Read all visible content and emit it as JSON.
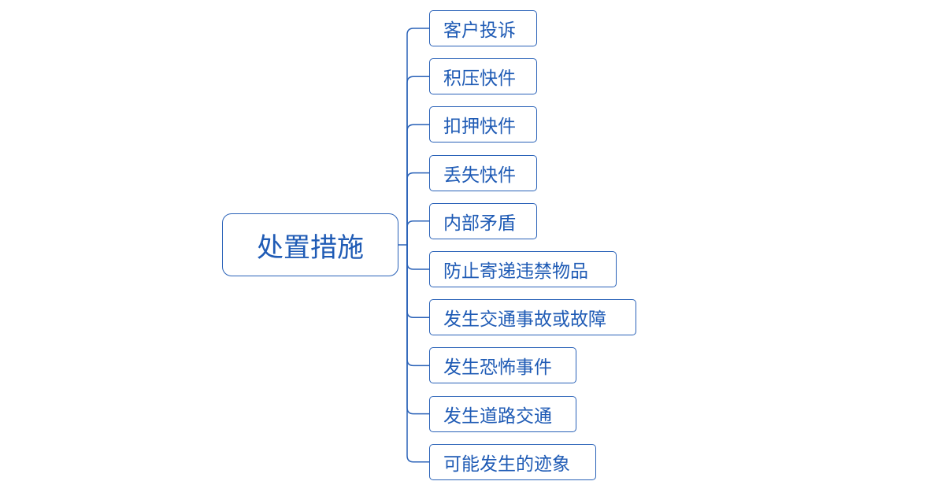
{
  "mindmap": {
    "root": {
      "label": "处置措施"
    },
    "children": [
      {
        "label": "客户投诉"
      },
      {
        "label": "积压快件"
      },
      {
        "label": "扣押快件"
      },
      {
        "label": "丢失快件"
      },
      {
        "label": "内部矛盾"
      },
      {
        "label": "防止寄递违禁物品"
      },
      {
        "label": "发生交通事故或故障"
      },
      {
        "label": "发生恐怖事件"
      },
      {
        "label": "发生道路交通"
      },
      {
        "label": "可能发生的迹象"
      }
    ],
    "colors": {
      "line": "#2a62b8",
      "text": "#1f5bb5",
      "background": "#ffffff"
    }
  }
}
